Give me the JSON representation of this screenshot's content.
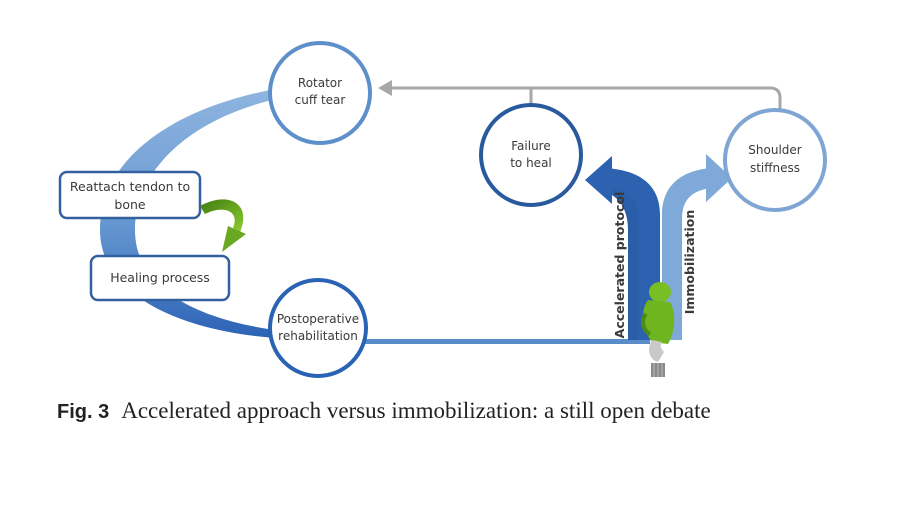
{
  "figure": {
    "label": "Fig. 3",
    "caption": "Accelerated approach versus immobilization: a still open debate"
  },
  "nodes": {
    "rotator_cuff_tear": [
      "Rotator",
      "cuff tear"
    ],
    "postoperative_rehabilitation": [
      "Postoperative",
      "rehabilitation"
    ],
    "failure_to_heal": [
      "Failure",
      "to heal"
    ],
    "shoulder_stiffness": [
      "Shoulder",
      "stiffness"
    ]
  },
  "boxes": {
    "reattach": [
      "Reattach tendon to",
      "bone"
    ],
    "healing": "Healing process"
  },
  "branches": {
    "accelerated": "Accelerated protocol",
    "immobilization": "Immobilization"
  },
  "colors": {
    "dark_blue": "#2a5ea8",
    "mid_blue": "#3f7cc4",
    "light_blue": "#7fa9d8",
    "gray_arrow": "#a7a7a7",
    "green_arrow": "#5a9a1e",
    "figure_green": "#6fb51f"
  }
}
